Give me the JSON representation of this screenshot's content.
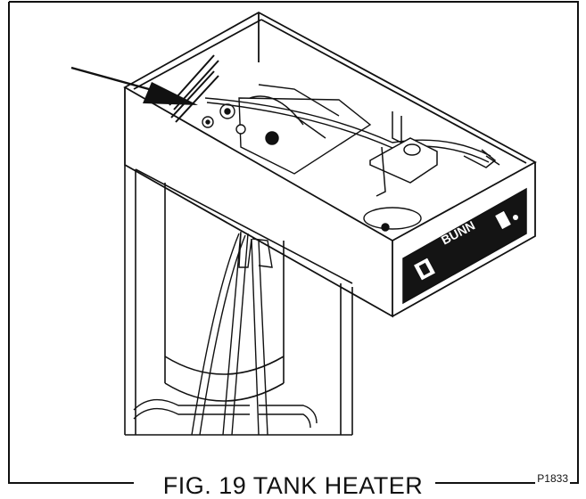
{
  "figure": {
    "caption": "FIG. 19 TANK HEATER",
    "part_number": "P1833"
  },
  "unit": {
    "brand_label": "BUNN"
  },
  "colors": {
    "line": "#111111",
    "panel": "#141414",
    "background": "#ffffff"
  }
}
